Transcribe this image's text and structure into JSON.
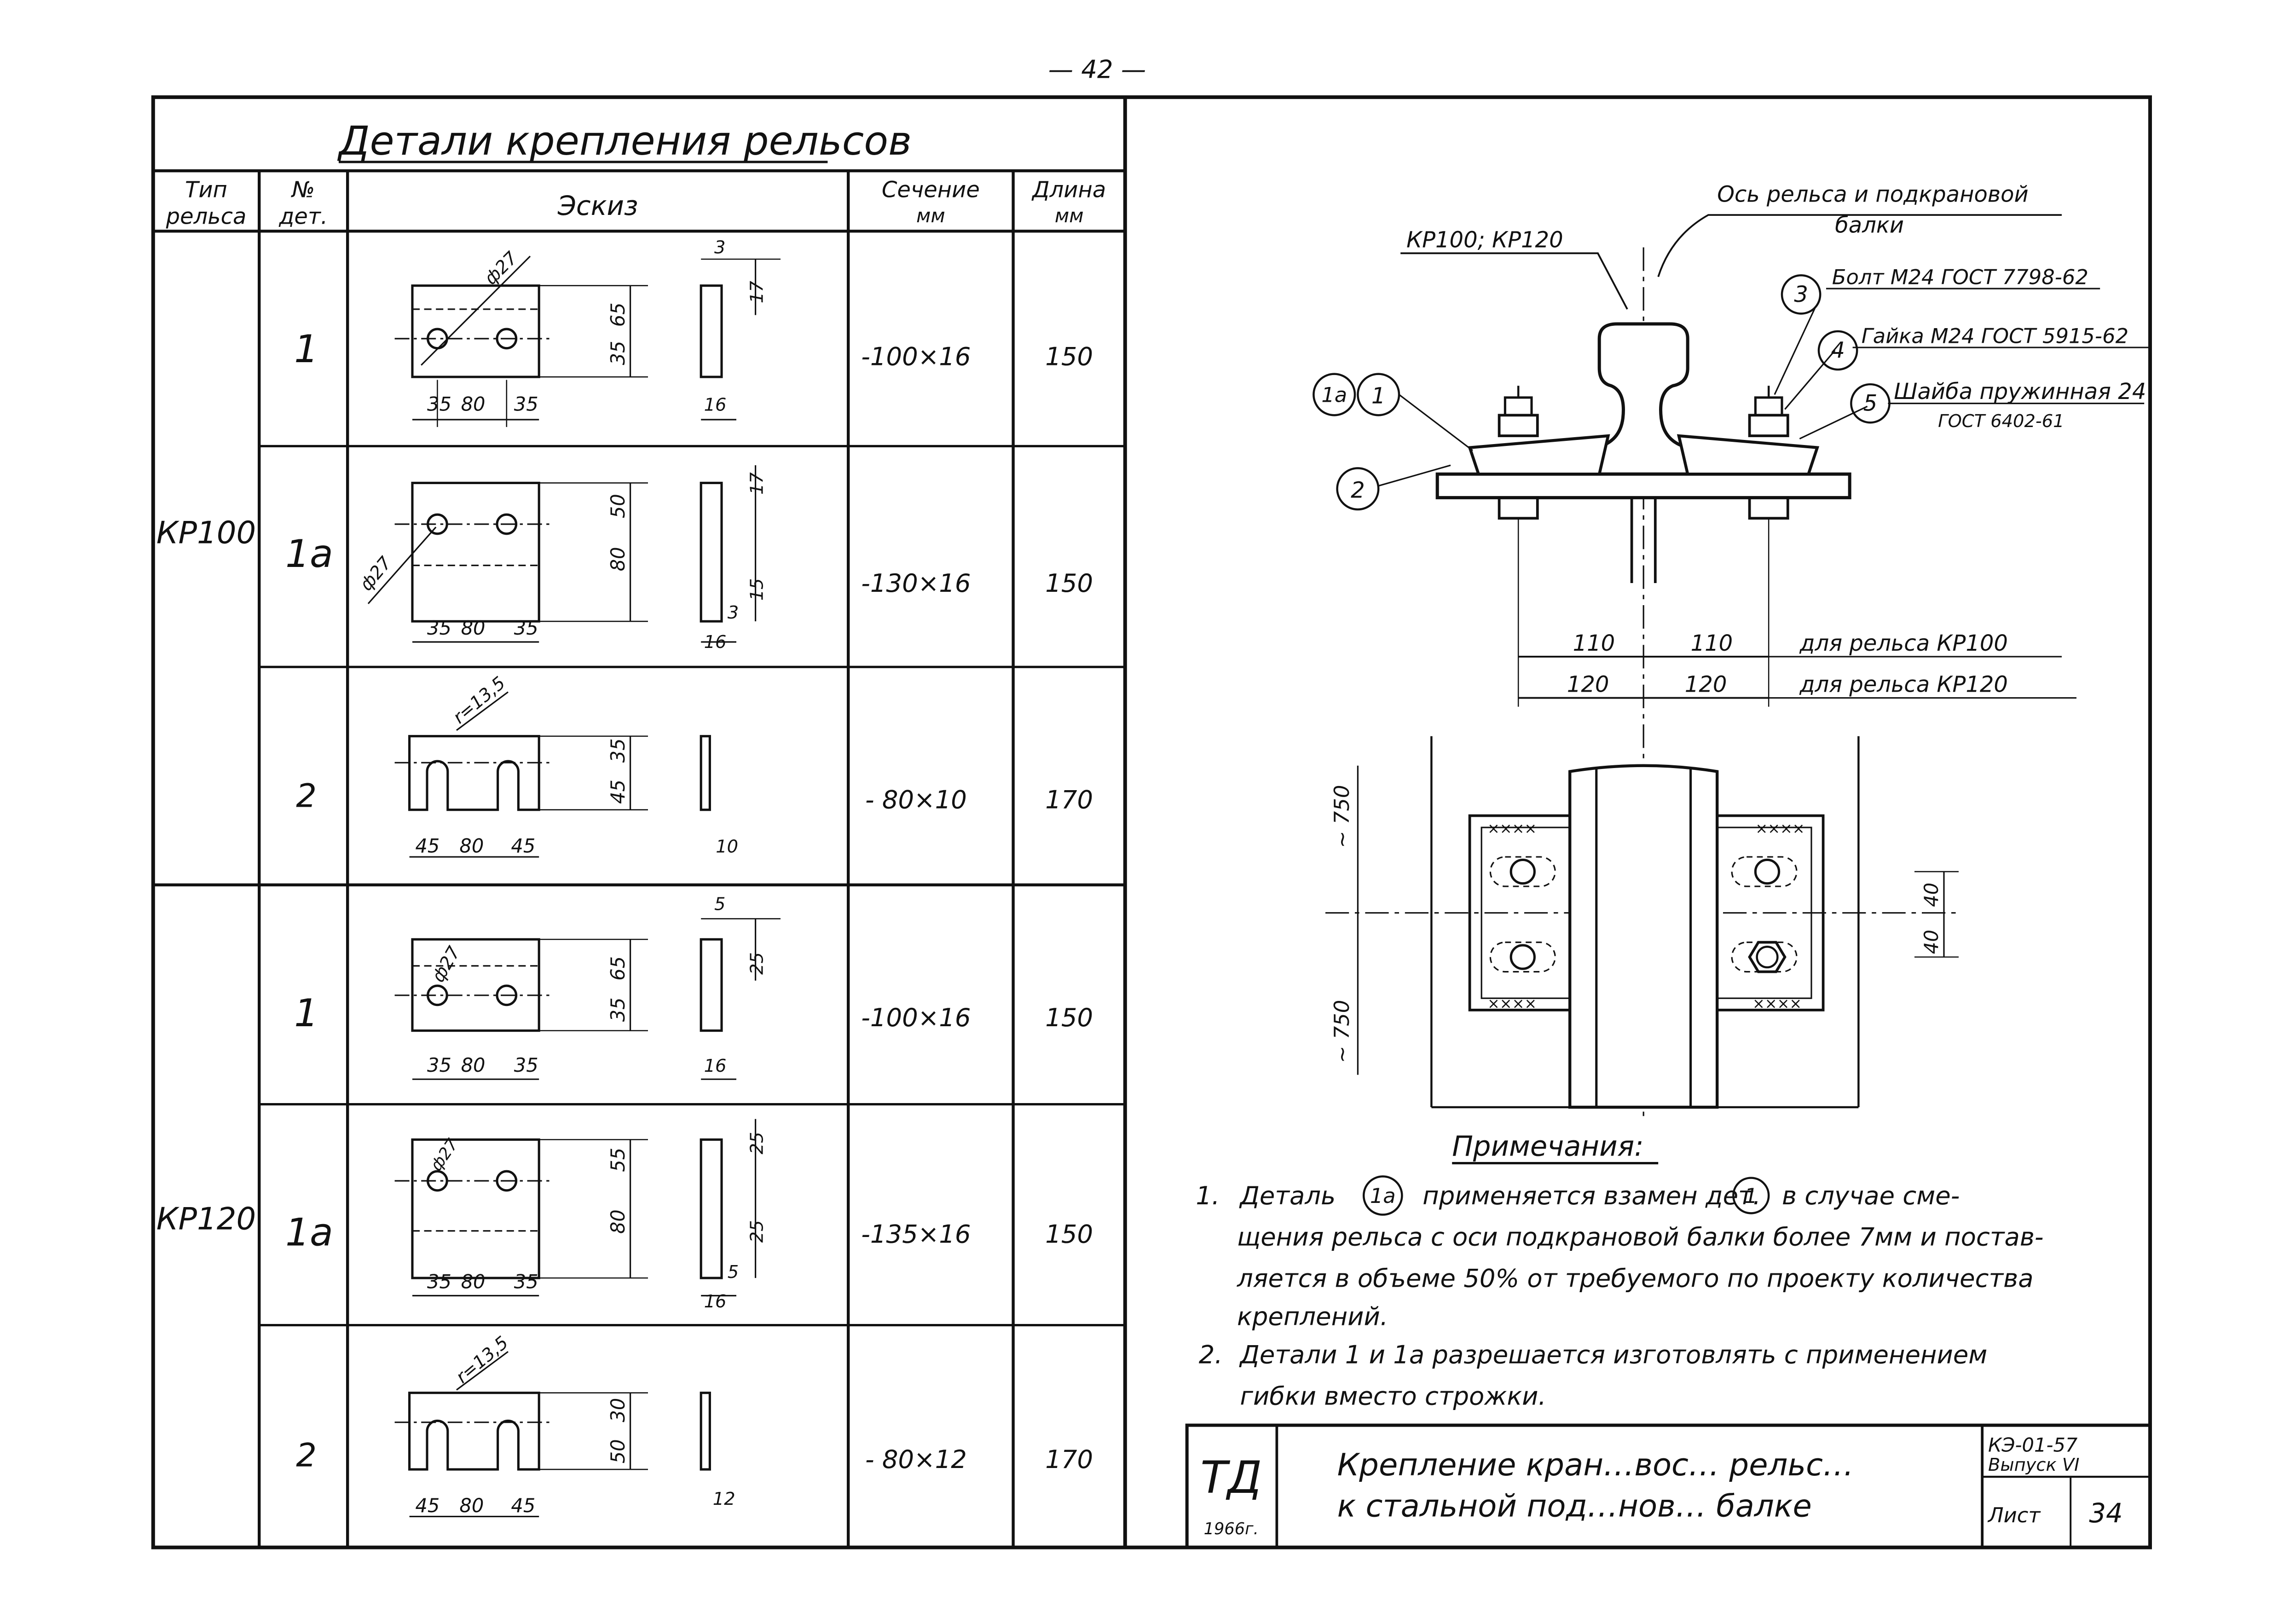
{
  "page_number": "— 42 —",
  "table": {
    "title": "Детали крепления рельсов",
    "headers": {
      "type": [
        "Тип",
        "рельса"
      ],
      "num": [
        "№",
        "дет."
      ],
      "sketch": "Эскиз",
      "section": [
        "Сечение",
        "мм"
      ],
      "length": [
        "Длина",
        "мм"
      ]
    },
    "groups": [
      {
        "rail": "КР100"
      },
      {
        "rail": "КР120"
      }
    ],
    "rows": [
      {
        "num": "1",
        "section": "-100×16",
        "length": "150",
        "dims": {
          "d": "ф27",
          "w1": "35",
          "w2": "80",
          "w3": "35",
          "h_upper": "65",
          "h_lower": "35",
          "thk": "3",
          "end": "17",
          "side": "16"
        }
      },
      {
        "num": "1а",
        "section": "-130×16",
        "length": "150",
        "dims": {
          "d": "ф27",
          "w1": "35",
          "w2": "80",
          "w3": "35",
          "h_upper": "50",
          "h_lower": "80",
          "thk": "3",
          "end": "17",
          "end2": "15",
          "side": "16"
        }
      },
      {
        "num": "2",
        "section": "- 80×10",
        "length": "170",
        "dims": {
          "r": "r=13,5",
          "w1": "45",
          "w2": "80",
          "w3": "45",
          "h_upper": "35",
          "h_lower": "45",
          "side": "10"
        }
      },
      {
        "num": "1",
        "section": "-100×16",
        "length": "150",
        "dims": {
          "d": "ф27",
          "w1": "35",
          "w2": "80",
          "w3": "35",
          "h_upper": "65",
          "h_lower": "35",
          "thk": "5",
          "end": "25",
          "side": "16"
        }
      },
      {
        "num": "1а",
        "section": "-135×16",
        "length": "150",
        "dims": {
          "d": "ф27",
          "w1": "35",
          "w2": "80",
          "w3": "35",
          "h_upper": "55",
          "h_lower": "80",
          "thk": "5",
          "end": "25",
          "end2": "25",
          "side": "16"
        }
      },
      {
        "num": "2",
        "section": "- 80×12",
        "length": "170",
        "dims": {
          "r": "r=13,5",
          "w1": "45",
          "w2": "80",
          "w3": "45",
          "h_upper": "30",
          "h_lower": "50",
          "side": "12"
        }
      }
    ]
  },
  "assembly": {
    "axis_label": [
      "Ось рельса и подкрановой",
      "балки"
    ],
    "rail_label": "КР100; КР120",
    "callouts": [
      {
        "num": "3",
        "text": "Болт М24 ГОСТ 7798-62"
      },
      {
        "num": "4",
        "text": "Гайка М24 ГОСТ 5915-62"
      },
      {
        "num": "5",
        "text": [
          "Шайба пружинная 24",
          "ГОСТ 6402-61"
        ]
      },
      {
        "num": "1а",
        "text": ""
      },
      {
        "num": "1",
        "text": ""
      },
      {
        "num": "2",
        "text": ""
      }
    ],
    "dims_kr100": {
      "left": "110",
      "right": "110",
      "label": "для рельса КР100"
    },
    "dims_kr120": {
      "left": "120",
      "right": "120",
      "label": "для рельса КР120"
    },
    "plan_dims": {
      "upper": "~ 750",
      "lower": "~ 750",
      "gap_a": "40",
      "gap_b": "40"
    },
    "plan_marks": "××××"
  },
  "notes": {
    "title": "Примечания:",
    "items": [
      {
        "n": "1.",
        "pre": "Деталь",
        "c1": "1а",
        "mid": "применяется взамен дет.",
        "c2": "1",
        "post": "в случае сме-",
        "lines": [
          "щения рельса с оси подкрановой балки более 7мм и постав-",
          "ляется в объеме 50% от требуемого по проекту количества",
          "креплений."
        ]
      },
      {
        "n": "2.",
        "first": "Детали 1 и 1а разрешается изготовлять с применением",
        "lines": [
          "гибки вместо строжки."
        ]
      }
    ]
  },
  "title_block": {
    "logo": "ТД",
    "year": "1966г.",
    "title": [
      "Крепление кран…вос… рельс…",
      "к стальной под…нов… балке"
    ],
    "code": "КЭ-01-57",
    "issue": "Выпуск VI",
    "sheet_label": "Лист",
    "sheet": "34"
  }
}
